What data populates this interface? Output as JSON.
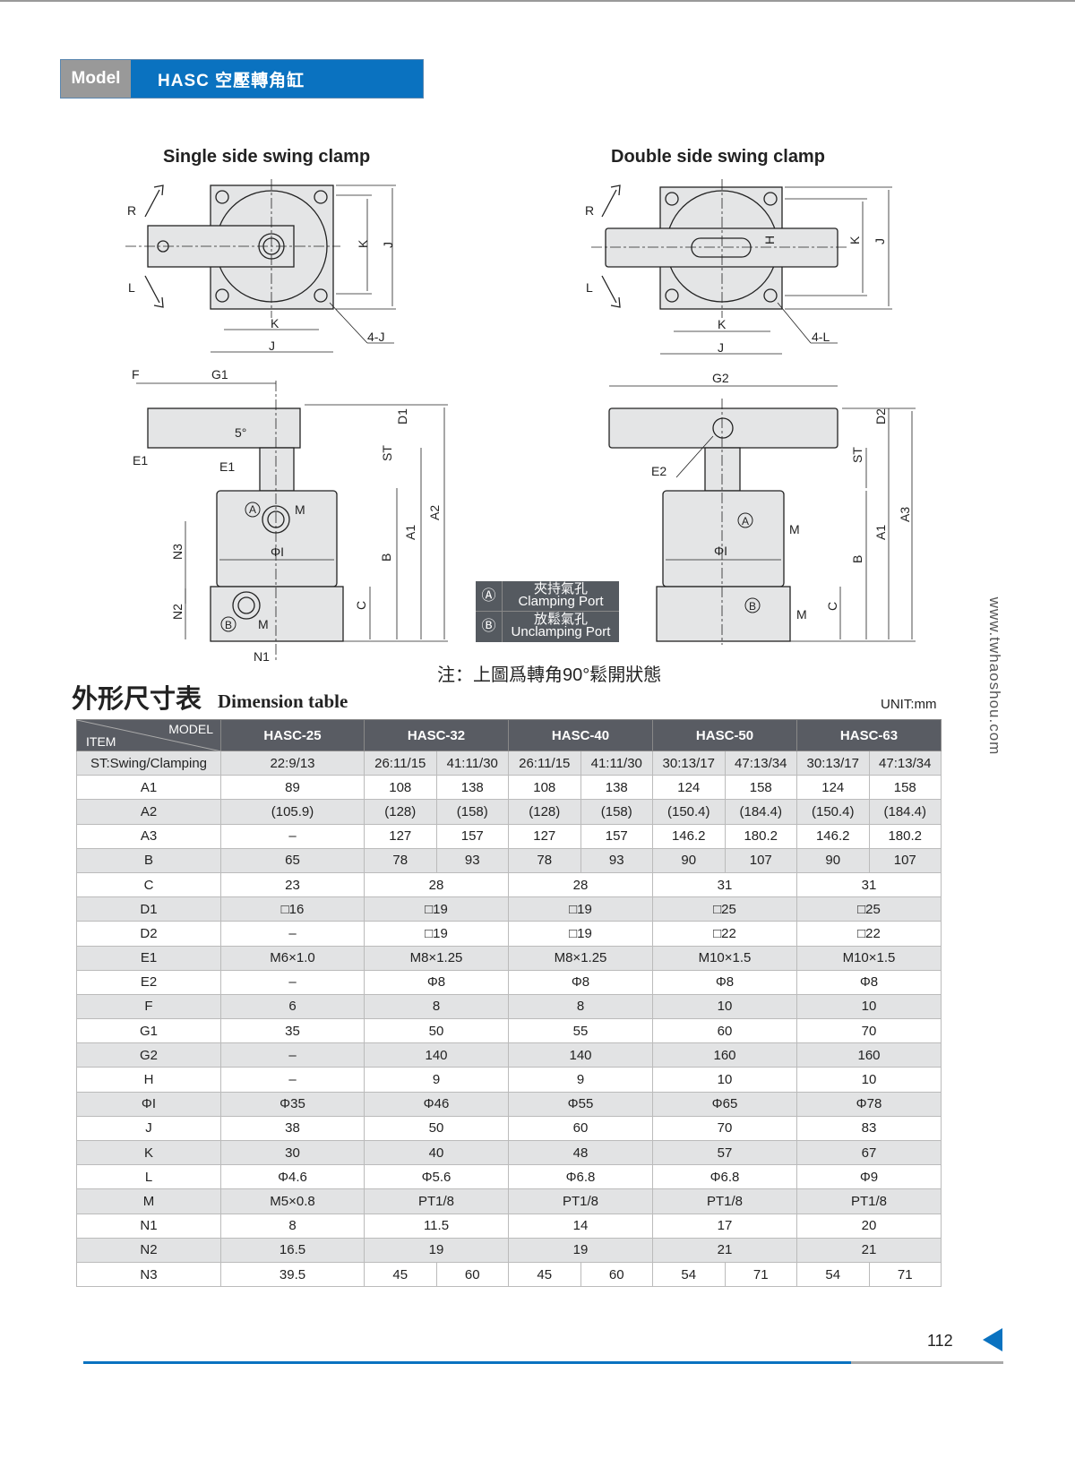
{
  "header": {
    "model_label": "Model",
    "title": "HASC 空壓轉角缸"
  },
  "diagrams": {
    "single": {
      "title": "Single side swing clamp",
      "labels": {
        "R": "R",
        "L": "L",
        "K": "K",
        "J": "J",
        "hole": "4-J",
        "F": "F",
        "G1": "G1",
        "D1": "D1",
        "angle": "5°",
        "E1": "E1",
        "ST": "ST",
        "N3": "N3",
        "PhiI": "ΦI",
        "B": "B",
        "A1": "A1",
        "A2": "A2",
        "C": "C",
        "N2": "N2",
        "M": "M",
        "portA": "A",
        "portB": "B",
        "N1": "N1"
      }
    },
    "double": {
      "title": "Double side swing clamp",
      "labels": {
        "R": "R",
        "L": "L",
        "H": "H",
        "K": "K",
        "J": "J",
        "hole": "4-L",
        "G2": "G2",
        "D2": "D2",
        "E2": "E2",
        "ST": "ST",
        "PhiI": "ΦI",
        "B": "B",
        "A1": "A1",
        "A3": "A3",
        "C": "C",
        "M": "M",
        "portA": "A",
        "portB": "B"
      }
    },
    "legend": [
      {
        "symbol": "Ⓐ",
        "zh": "夾持氣孔",
        "en": "Clamping Port"
      },
      {
        "symbol": "Ⓑ",
        "zh": "放鬆氣孔",
        "en": "Unclamping Port"
      }
    ],
    "note": "注：上圖爲轉角90°鬆開狀態"
  },
  "table": {
    "title_zh": "外形尺寸表",
    "title_en": "Dimension table",
    "unit": "UNIT:mm",
    "corner_model": "MODEL",
    "corner_item": "ITEM",
    "models": [
      "HASC-25",
      "HASC-32",
      "HASC-40",
      "HASC-50",
      "HASC-63"
    ],
    "rows": [
      {
        "item": "ST:Swing/Clamping",
        "values": [
          "22:9/13",
          [
            "26:11/15",
            "41:11/30"
          ],
          [
            "26:11/15",
            "41:11/30"
          ],
          [
            "30:13/17",
            "47:13/34"
          ],
          [
            "30:13/17",
            "47:13/34"
          ]
        ]
      },
      {
        "item": "A1",
        "values": [
          "89",
          [
            "108",
            "138"
          ],
          [
            "108",
            "138"
          ],
          [
            "124",
            "158"
          ],
          [
            "124",
            "158"
          ]
        ]
      },
      {
        "item": "A2",
        "values": [
          "(105.9)",
          [
            "(128)",
            "(158)"
          ],
          [
            "(128)",
            "(158)"
          ],
          [
            "(150.4)",
            "(184.4)"
          ],
          [
            "(150.4)",
            "(184.4)"
          ]
        ]
      },
      {
        "item": "A3",
        "values": [
          "–",
          [
            "127",
            "157"
          ],
          [
            "127",
            "157"
          ],
          [
            "146.2",
            "180.2"
          ],
          [
            "146.2",
            "180.2"
          ]
        ]
      },
      {
        "item": "B",
        "values": [
          "65",
          [
            "78",
            "93"
          ],
          [
            "78",
            "93"
          ],
          [
            "90",
            "107"
          ],
          [
            "90",
            "107"
          ]
        ]
      },
      {
        "item": "C",
        "values": [
          "23",
          "28",
          "28",
          "31",
          "31"
        ]
      },
      {
        "item": "D1",
        "values": [
          "□16",
          "□19",
          "□19",
          "□25",
          "□25"
        ]
      },
      {
        "item": "D2",
        "values": [
          "–",
          "□19",
          "□19",
          "□22",
          "□22"
        ]
      },
      {
        "item": "E1",
        "values": [
          "M6×1.0",
          "M8×1.25",
          "M8×1.25",
          "M10×1.5",
          "M10×1.5"
        ]
      },
      {
        "item": "E2",
        "values": [
          "–",
          "Φ8",
          "Φ8",
          "Φ8",
          "Φ8"
        ]
      },
      {
        "item": "F",
        "values": [
          "6",
          "8",
          "8",
          "10",
          "10"
        ]
      },
      {
        "item": "G1",
        "values": [
          "35",
          "50",
          "55",
          "60",
          "70"
        ]
      },
      {
        "item": "G2",
        "values": [
          "–",
          "140",
          "140",
          "160",
          "160"
        ]
      },
      {
        "item": "H",
        "values": [
          "–",
          "9",
          "9",
          "10",
          "10"
        ]
      },
      {
        "item": "ΦI",
        "values": [
          "Φ35",
          "Φ46",
          "Φ55",
          "Φ65",
          "Φ78"
        ]
      },
      {
        "item": "J",
        "values": [
          "38",
          "50",
          "60",
          "70",
          "83"
        ]
      },
      {
        "item": "K",
        "values": [
          "30",
          "40",
          "48",
          "57",
          "67"
        ]
      },
      {
        "item": "L",
        "values": [
          "Φ4.6",
          "Φ5.6",
          "Φ6.8",
          "Φ6.8",
          "Φ9"
        ]
      },
      {
        "item": "M",
        "values": [
          "M5×0.8",
          "PT1/8",
          "PT1/8",
          "PT1/8",
          "PT1/8"
        ]
      },
      {
        "item": "N1",
        "values": [
          "8",
          "11.5",
          "14",
          "17",
          "20"
        ]
      },
      {
        "item": "N2",
        "values": [
          "16.5",
          "19",
          "19",
          "21",
          "21"
        ]
      },
      {
        "item": "N3",
        "values": [
          "39.5",
          [
            "45",
            "60"
          ],
          [
            "45",
            "60"
          ],
          [
            "54",
            "71"
          ],
          [
            "54",
            "71"
          ]
        ]
      }
    ]
  },
  "footer": {
    "website": "www.twhaoshou.com",
    "page_number": "112"
  }
}
